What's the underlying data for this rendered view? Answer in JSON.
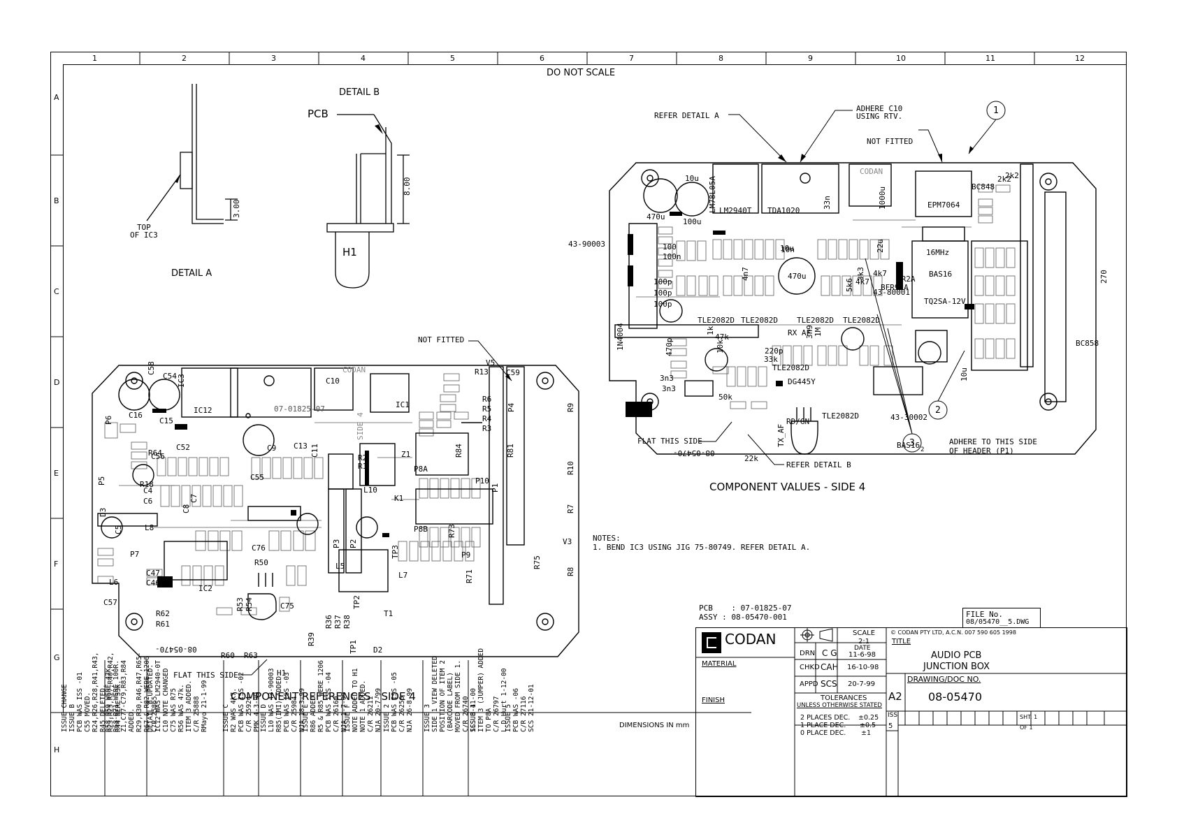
{
  "sheet": {
    "column_numbers": [
      "1",
      "2",
      "3",
      "4",
      "5",
      "6",
      "7",
      "8",
      "9",
      "10",
      "11",
      "12"
    ],
    "row_letters": [
      "A",
      "B",
      "C",
      "D",
      "E",
      "F",
      "G",
      "H"
    ],
    "do_not_scale": "DO NOT SCALE"
  },
  "detail_a": {
    "title": "DETAIL A",
    "top_label": "TOP\nOF IC3",
    "dimension": "3.00"
  },
  "detail_b": {
    "title": "DETAIL B",
    "pcb_label": "PCB",
    "dimension": "8.00",
    "part": "H1"
  },
  "side4_refs": {
    "caption": "COMPONENT REFERENCES - SIDE 4",
    "not_fitted": "NOT FITTED",
    "flat_side": "FLAT THIS SIDE",
    "part_no": "08-05470-",
    "codan_mark": "CODAN",
    "side_mark": "SIDE 4",
    "board_id": "07-01825-07",
    "labels": [
      "IC12",
      "C10",
      "IC1",
      "C16",
      "C15",
      "C55",
      "K1",
      "L10",
      "L8",
      "L6",
      "L7",
      "L5",
      "IC2",
      "IC3",
      "P10",
      "P9",
      "P1",
      "P3",
      "P2",
      "P4",
      "T1",
      "H1",
      "Z1",
      "P8A",
      "P8B",
      "TP1",
      "TP2",
      "TP3",
      "D2",
      "D3",
      "V3",
      "V5",
      "C54",
      "C58",
      "C52",
      "C56",
      "C9",
      "C13",
      "C11",
      "C4",
      "C6",
      "C5",
      "C8",
      "C57",
      "C47",
      "C46",
      "C75",
      "C76",
      "R13",
      "R6",
      "R5",
      "R4",
      "R3",
      "R1",
      "R2",
      "R9",
      "R10",
      "R7",
      "R8",
      "R18",
      "R64",
      "R62",
      "R61",
      "R60",
      "R63",
      "R39",
      "R36",
      "R37",
      "R38",
      "R50",
      "R53",
      "R54",
      "R84",
      "R81",
      "R73",
      "R71",
      "R75",
      "P6",
      "P7",
      "P5",
      "C59",
      "C7"
    ]
  },
  "side4_values": {
    "caption": "COMPONENT VALUES - SIDE 4",
    "refer_a": "REFER DETAIL A",
    "refer_b": "REFER DETAIL B",
    "adhere_c10": "ADHERE C10\nUSING RTV.",
    "not_fitted": "NOT FITTED",
    "part_ref": "43-90003",
    "flat_side": "FLAT THIS SIDE",
    "adhere_header": "ADHERE TO THIS SIDE\nOF HEADER (P1)",
    "callout1": "1",
    "callout2": "2",
    "callout3": "3",
    "callout3_sub": "2",
    "codan_mark": "CODAN",
    "part_no": "08-05470-",
    "labels": [
      "LM2940T",
      "TDA1020",
      "EPM7064",
      "16MHz",
      "470u",
      "100u",
      "470u",
      "10u",
      "10u",
      "100",
      "100n",
      "100p",
      "100p",
      "100p",
      "1N4004",
      "4k7",
      "47k",
      "3n3",
      "33k",
      "22k",
      "10k",
      "220p",
      "TLE2082D",
      "TLE2082D",
      "TLE2082D",
      "TLE2082D",
      "TLE2082D",
      "TLE2082D",
      "TQ2SA-12V",
      "43-80001",
      "43-30002",
      "BAS16",
      "BAS16",
      "BC858",
      "BC848",
      "LM78L05A",
      "33n",
      "470p",
      "1k",
      "2k2",
      "1M",
      "50k",
      "3n9",
      "4n7",
      "22u",
      "1000u",
      "3k3",
      "DG445Y",
      "RX AF",
      "TX_AF",
      "RD/GN",
      "4k7",
      "5k6",
      "270",
      "8R2A",
      "BFR92A",
      "3n3",
      "10n",
      "2k2",
      "10u"
    ]
  },
  "notes": {
    "heading": "NOTES:",
    "items": [
      "1. BEND IC3 USING JIG 75-80749. REFER DETAIL A."
    ]
  },
  "pcb_info": {
    "pcb": "PCB    : 07-01825-07",
    "assy": "ASSY : 08-05470-001"
  },
  "file_box": {
    "label": "FILE No.",
    "value": "08/05470__5.DWG"
  },
  "title_block": {
    "logo_text": "CODAN",
    "material": "MATERIAL",
    "finish": "FINISH",
    "dimensions": "DIMENSIONS IN mm",
    "scale_label": "SCALE",
    "scale_value": "2:1",
    "date_label": "DATE",
    "drn_label": "DRN",
    "drn_initials": "C G",
    "drn_date": "11-6-98",
    "chkd_label": "CHKD",
    "chkd_initials": "CAH",
    "chkd_date": "16-10-98",
    "appd_label": "APPD",
    "appd_initials": "SCS",
    "appd_date": "20-7-99",
    "tolerances": "TOLERANCES",
    "unless": "UNLESS OTHERWISE STATED",
    "tol_rows": [
      {
        "label": "2 PLACES DEC.",
        "value": "±0.25"
      },
      {
        "label": "1 PLACE DEC.",
        "value": "±0.5"
      },
      {
        "label": "0 PLACE DEC.",
        "value": "±1"
      }
    ],
    "copyright": "© CODAN  PTY LTD, A.C.N. 007 590 605  1998",
    "title_label": "TITLE",
    "title_line1": "AUDIO PCB",
    "title_line2": "JUNCTION BOX",
    "drawing_label": "DRAWING/DOC NO.",
    "size": "A2",
    "drawing_no": "08-05470",
    "iss_label": "ISS",
    "iss_value": "5",
    "sht_label": "SHT. 1",
    "of_label": "OF  1"
  },
  "issue_history": [
    "ISSUE CHANGE\nISSUE B\nPCB WAS ISS -01\nC55 MOVED.\nR24,R26,R28,R41,R43,\nR45 DELETED.\nR23,R25,R27,R40,R42,\nR44 WERE 33K.",
    "R58,R59 WERE 47K.\nR68-R71 WERE 100R.\nZ1,C77-C79,R83,R84\nADDED.\nR29,R30,R46,R47,R65-\nR67 & R82 WERE 1206\nC/R 25865",
    "DETAIL B UPDATED.\nIC12 WAS LM2940-0T\nC10 NOTE CHANGED\nC75 WAS R75\nR56 WAS 47k.\nITEM 3 ADDED.\nC/R 25888\nRMayo 21-1-99",
    "ISSUE C\nR2 WAS 4k7.\nPCB WAS ISS -02\nC/R 25924\nPMK 4-3-99",
    "ISSUE D\nL10 WAS 43-90003\nR85(IMI) ADDED.\nPCB WAS ISS -03\nC/R 25984\nNJA 18-3-99",
    "ISSUE E\nR86 ADDED.\nR5 & R85 WERE 1206\nPCB WAS ISS -04\nC/R 26160\nNJA 1-7-99",
    "ISSUE F\nNOTE ADDED TO H1\nNOTE 1 ADDED.\nC/R 26211\nNJA 20-7-99",
    "ISSUE 2\nPCB WAS ISS -05\nC/R 26256\nNJA 26-8-99",
    "ISSUE 3\nSIDE 1 VIEW DELETED\nPOSITION OF ITEM 2\n(BARCODE LABEL)\nMOVED FROM SIDE 1.\nC/R 26740\nSCS 8-11-00",
    "ISSUE 4\nITEM 3 (JUMPER) ADDED\nTO P8A\nC/R 26797\nL.D.Hurt 1-12-00",
    "ISSUE 5\nPCB WAS -06\nC/R 27116\nSCS 21-12-01"
  ],
  "colors": {
    "ink": "#000000",
    "paper": "#ffffff",
    "fill": "#000000"
  }
}
